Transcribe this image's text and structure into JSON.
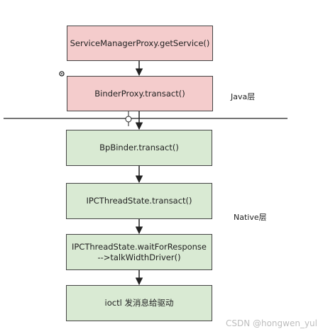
{
  "boxes": {
    "get_service": "ServiceManagerProxy.getService()",
    "binder_proxy": "BinderProxy.transact()",
    "bp_binder": "BpBinder.transact()",
    "ipc_transact": "IPCThreadState.transact()",
    "wait_line1": "IPCThreadState.waitForResponse",
    "wait_line2": "-->talkWidthDriver()",
    "ioctl": "ioctl 发消息给驱动"
  },
  "labels": {
    "java_layer": "Java层",
    "native_layer": "Native层"
  },
  "watermark": "CSDN @hongwen_yul",
  "colors": {
    "java_box": "#f4cccc",
    "native_box": "#d9ead3",
    "border": "#444444",
    "line": "#222222"
  }
}
